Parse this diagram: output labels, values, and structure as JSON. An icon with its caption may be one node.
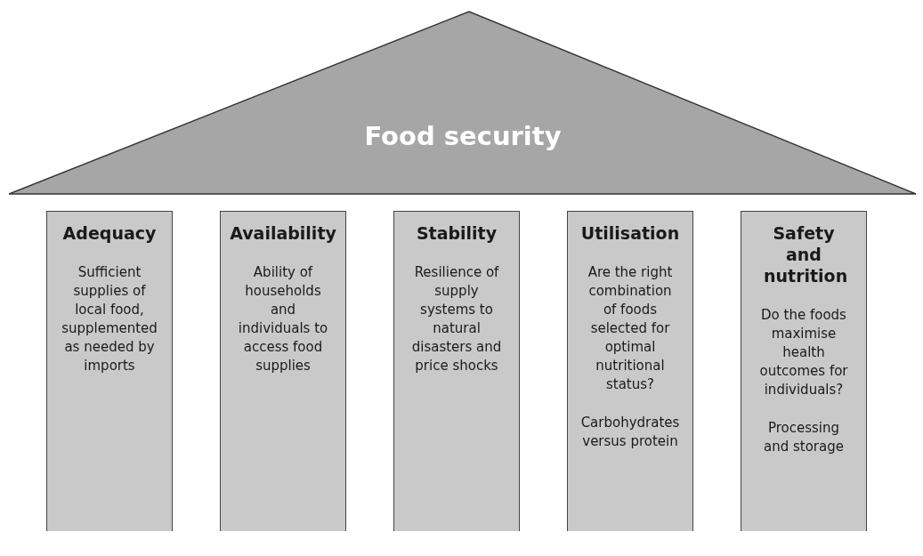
{
  "diagram": {
    "nodes": [
      {
        "text": [
          "Food security"
        ]
      },
      {
        "text": [
          "Adequacy",
          "Sufficient supplies of local food, supplemented as needed by imports"
        ]
      },
      {
        "text": [
          "Availability",
          "Ability of households and individuals to access food supplies"
        ]
      },
      {
        "text": [
          "Stability",
          "Resilience of supply systems to natural disasters and price shocks"
        ]
      },
      {
        "text": [
          "Utilisation",
          "Are the right combination of foods selected for optimal nutritional status?",
          "Carbohydrates versus protein"
        ]
      },
      {
        "text": [
          "Safety and nutrition",
          "Do the foods maximise health outcomes for individuals?",
          "Processing and storage"
        ]
      }
    ]
  }
}
